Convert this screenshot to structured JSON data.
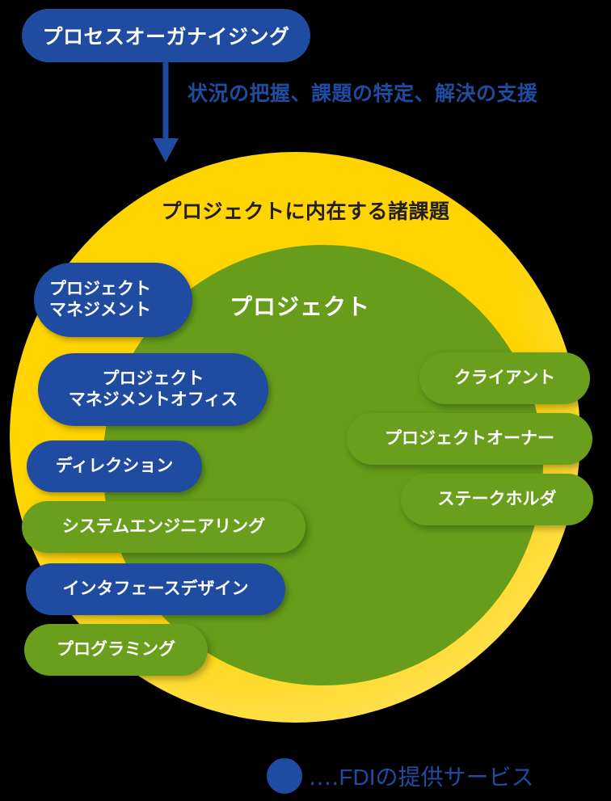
{
  "diagram": {
    "top_node": {
      "label": "プロセスオーガナイジング"
    },
    "arrow": {
      "icon": "down-arrow-icon",
      "caption": "状況の把握、課題の特定、解決の支援"
    },
    "outer_circle": {
      "title": "プロジェクトに内在する諸課題",
      "color": "#ffd400"
    },
    "inner_circle": {
      "title": "プロジェクト",
      "color": "#679d1b"
    },
    "left_pills": [
      {
        "label": "プロジェクト\nマネジメント",
        "color": "#1f4ca1",
        "type": "service"
      },
      {
        "label": "プロジェクト\nマネジメントオフィス",
        "color": "#1f4ca1",
        "type": "service"
      },
      {
        "label": "ディレクション",
        "color": "#1f4ca1",
        "type": "service"
      },
      {
        "label": "システムエンジニアリング",
        "color": "#6a9f1e",
        "type": "project"
      },
      {
        "label": "インタフェースデザイン",
        "color": "#1f4ca1",
        "type": "service"
      },
      {
        "label": "プログラミング",
        "color": "#6a9f1e",
        "type": "project"
      }
    ],
    "right_pills": [
      {
        "label": "クライアント",
        "color": "#6a9f1e",
        "type": "project"
      },
      {
        "label": "プロジェクトオーナー",
        "color": "#6a9f1e",
        "type": "project"
      },
      {
        "label": "ステークホルダ",
        "color": "#6a9f1e",
        "type": "project"
      }
    ],
    "legend": {
      "dot_color": "#1f4ca1",
      "label": "‥‥FDIの提供サービス"
    }
  }
}
